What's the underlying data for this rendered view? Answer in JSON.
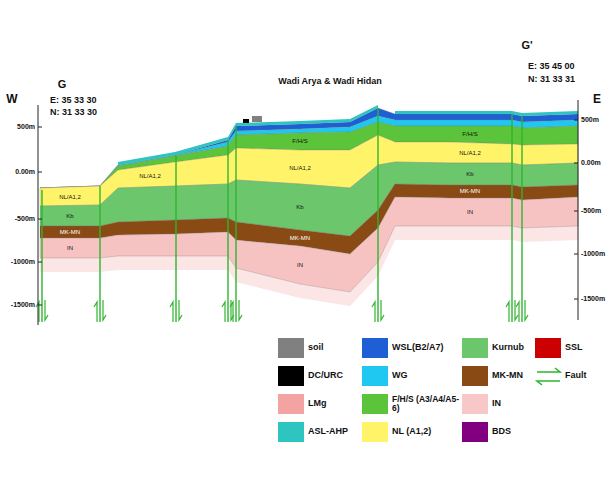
{
  "diagram": {
    "title": "Wadi Arya & Wadi Hidan",
    "labels": [
      "W",
      "G",
      "E: 35 33 30",
      "N: 31 33 30",
      "500m",
      "0.00m",
      "-500m",
      "-1000m",
      "-1500m",
      "E",
      "G'",
      "E: 35 45 00",
      "N: 31 33 31",
      "500m",
      "0.00m",
      "-500m",
      "-1000m",
      "-1500m",
      "NL/A1,2",
      "NL/A1,2",
      "NL/A1,2",
      "NL/A1,2",
      "F/H/S",
      "F/H/S",
      "Kb",
      "Kb",
      "Kb",
      "MK-MN",
      "MK-MN",
      "MK-MN",
      "IN",
      "IN",
      "IN"
    ],
    "legend": [
      {
        "text": "soil",
        "color": "#808080"
      },
      {
        "text": "DC/URC",
        "color": "#000000"
      },
      {
        "text": "LMg",
        "color": "#f4a3a3"
      },
      {
        "text": "ASL-AHP",
        "color": "#2ec4c0"
      },
      {
        "text": "WSL(B2/A7)",
        "color": "#1f5fd6"
      },
      {
        "text": "WG",
        "color": "#1ec8f0"
      },
      {
        "text": "F/H/S (A3/A4/A5-6)",
        "color": "#5cc43a"
      },
      {
        "text": "NL (A1,2)",
        "color": "#fff36a"
      },
      {
        "text": "Kurnub",
        "color": "#6cc66c"
      },
      {
        "text": "MK-MN",
        "color": "#8a4a14"
      },
      {
        "text": "IN",
        "color": "#f8c8c8"
      },
      {
        "text": "BDS",
        "color": "#800080"
      },
      {
        "text": "SSL",
        "color": "#cc0000"
      },
      {
        "text": "Fault"
      }
    ]
  }
}
